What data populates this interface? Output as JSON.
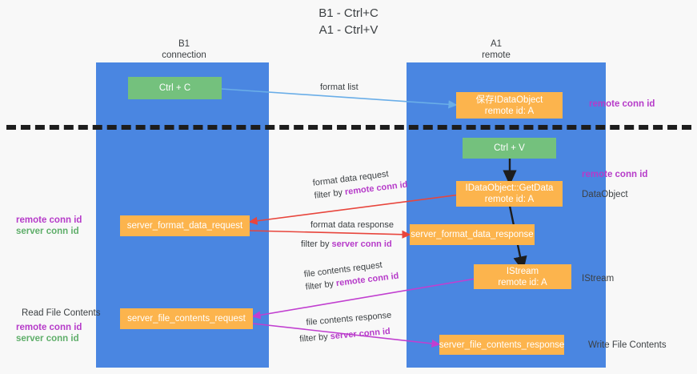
{
  "title": "B1 - Ctrl+C\nA1 - Ctrl+V",
  "columns": [
    {
      "name": "b1",
      "header": "B1\nconnection"
    },
    {
      "name": "a1",
      "header": "A1\nremote"
    }
  ],
  "colors": {
    "lane": "#4a86e1",
    "box_green": "#74c17d",
    "box_orange": "#fcb44d",
    "magenta": "#b63bc9",
    "green_text": "#5fae6a",
    "arrow_blue": "#6aaee8",
    "arrow_red": "#e8453c",
    "arrow_magenta": "#c13fd0",
    "arrow_black": "#1d1d1d",
    "background": "#f8f8f8"
  },
  "boxes": {
    "ctrl_c": "Ctrl + C",
    "save_idataobject": "保存IDataObject\nremote id: A",
    "ctrl_v": "Ctrl + V",
    "idataobject_getdata": "IDataObject::GetData\nremote id: A",
    "server_format_data_request": "server_format_data_request",
    "server_format_data_response": "server_format_data_response",
    "istream": "IStream\nremote id: A",
    "server_file_contents_request": "server_file_contents_request",
    "server_file_contents_response": "server_file_contents_response"
  },
  "edge_captions": {
    "format_list": "format list",
    "format_data_request": "format data request",
    "format_data_request_filter_prefix": "filter by ",
    "format_data_request_filter_value": "remote conn id",
    "format_data_response": "format data response",
    "format_data_response_filter_prefix": "filter by ",
    "format_data_response_filter_value": "server conn id",
    "file_contents_request": "file contents request",
    "file_contents_request_filter_prefix": "filter by ",
    "file_contents_request_filter_value": "remote conn id",
    "file_contents_response": "file contents response",
    "file_contents_response_filter_prefix": "filter by ",
    "file_contents_response_filter_value": "server conn id"
  },
  "right_labels": {
    "remote_conn_id_top": "remote conn id",
    "remote_conn_id_mid": "remote conn id",
    "dataobject": "DataObject",
    "istream": "IStream",
    "write_file_contents": "Write File Contents"
  },
  "left_labels": {
    "remote_conn_id_1": "remote conn id",
    "server_conn_id_1": "server conn id",
    "read_file_contents": "Read File Contents",
    "remote_conn_id_2": "remote conn id",
    "server_conn_id_2": "server conn id"
  }
}
